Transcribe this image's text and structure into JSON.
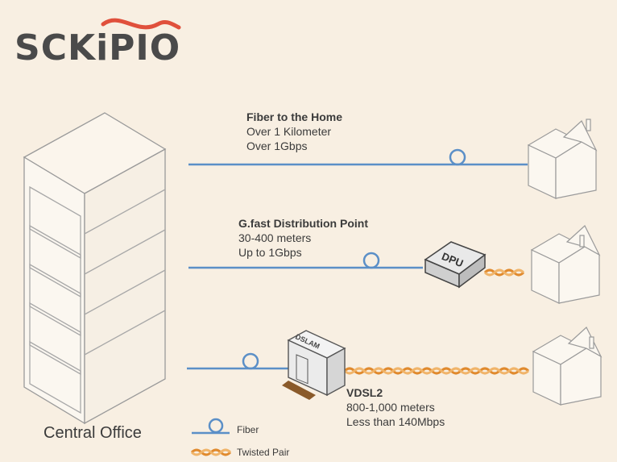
{
  "logo": {
    "text": "SCKiPIO",
    "swoosh_color": "#e0503c"
  },
  "central_office": {
    "label": "Central Office"
  },
  "links": [
    {
      "title": "Fiber to the Home",
      "line1": "Over 1 Kilometer",
      "line2": "Over 1Gbps"
    },
    {
      "title": "G.fast Distribution Point",
      "line1": "30-400 meters",
      "line2": "Up to 1Gbps"
    },
    {
      "title": "VDSL2",
      "line1": "800-1,000 meters",
      "line2": "Less than 140Mbps"
    }
  ],
  "devices": {
    "dpu": "DPU",
    "dslam": "DSLAM"
  },
  "legend": {
    "fiber": "Fiber",
    "twisted_pair": "Twisted Pair"
  },
  "colors": {
    "fiber": "#5b8fc7",
    "twisted_pair": "#e08a2e",
    "sketch": "#9a9a9a",
    "background": "#f8efe2"
  }
}
